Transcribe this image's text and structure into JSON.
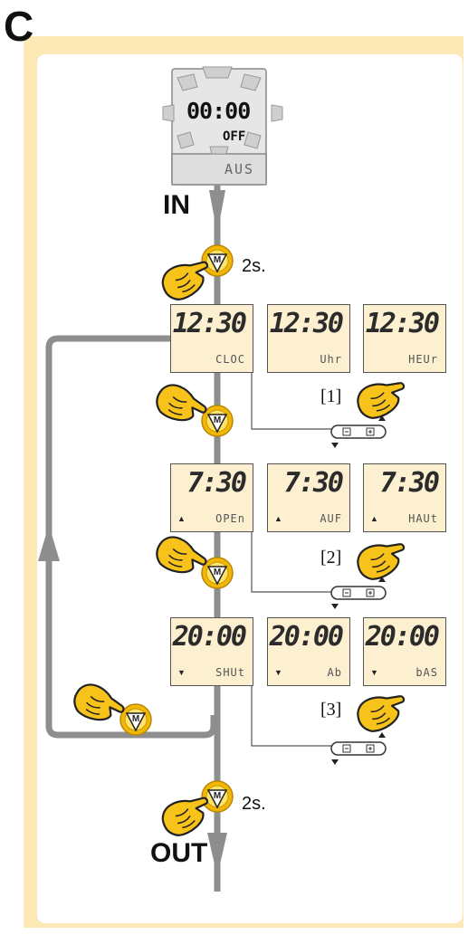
{
  "section_letter": "C",
  "device": {
    "time": "00:00",
    "status": "OFF",
    "label": "AUS"
  },
  "labels": {
    "in": "IN",
    "out": "OUT",
    "hold_in": "2s.",
    "hold_out": "2s.",
    "m_button": "M"
  },
  "rows": [
    {
      "step": "[1]",
      "screens": [
        {
          "time": "12:30",
          "sub": "CLOC"
        },
        {
          "time": "12:30",
          "sub": "Uhr"
        },
        {
          "time": "12:30",
          "sub": "HEUr"
        }
      ]
    },
    {
      "step": "[2]",
      "screens": [
        {
          "time": "7:30",
          "sub": "OPEn",
          "arrow": "▲"
        },
        {
          "time": "7:30",
          "sub": "AUF",
          "arrow": "▲"
        },
        {
          "time": "7:30",
          "sub": "HAUt",
          "arrow": "▲"
        }
      ]
    },
    {
      "step": "[3]",
      "screens": [
        {
          "time": "20:00",
          "sub": "SHUt",
          "arrow": "▼"
        },
        {
          "time": "20:00",
          "sub": "Ab",
          "arrow": "▼"
        },
        {
          "time": "20:00",
          "sub": "bAS",
          "arrow": "▼"
        }
      ]
    }
  ],
  "colors": {
    "frame": "#fce9b6",
    "flow_line": "#8e8e8e",
    "button": "#f2b705",
    "lcd_bg": "#fdf0d0"
  }
}
